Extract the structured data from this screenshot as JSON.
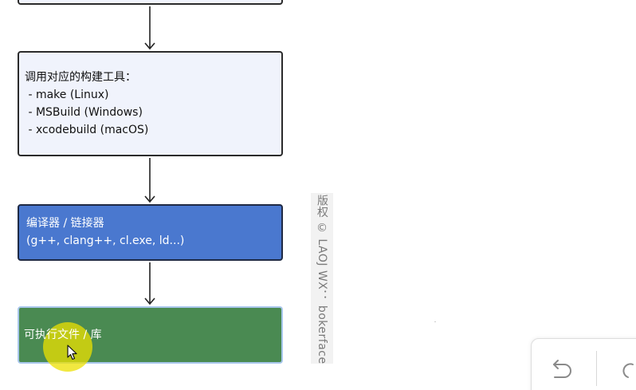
{
  "diagram": {
    "nodes": [
      {
        "id": "build-tools",
        "lines": [
          "调用对应的构建工具：",
          " - make (Linux)",
          " - MSBuild (Windows)",
          " - xcodebuild (macOS)"
        ]
      },
      {
        "id": "compiler-linker",
        "lines": [
          "编译器 / 链接器",
          "(g++, clang++, cl.exe, ld...)"
        ]
      },
      {
        "id": "executable-library",
        "lines": [
          "可执行文件 / 库"
        ]
      }
    ],
    "colors": {
      "light_box": "#f0f3fc",
      "compiler_box": "#4a78cf",
      "exe_box": "#4a8a52",
      "arrow": "#222222"
    }
  },
  "watermark": {
    "text": "版权 © LAOJ WX： bokerface"
  },
  "toolbar": {
    "icons": [
      "undo-icon",
      "redo-icon"
    ]
  },
  "cursor": {
    "highlight_color": "#ece000"
  }
}
